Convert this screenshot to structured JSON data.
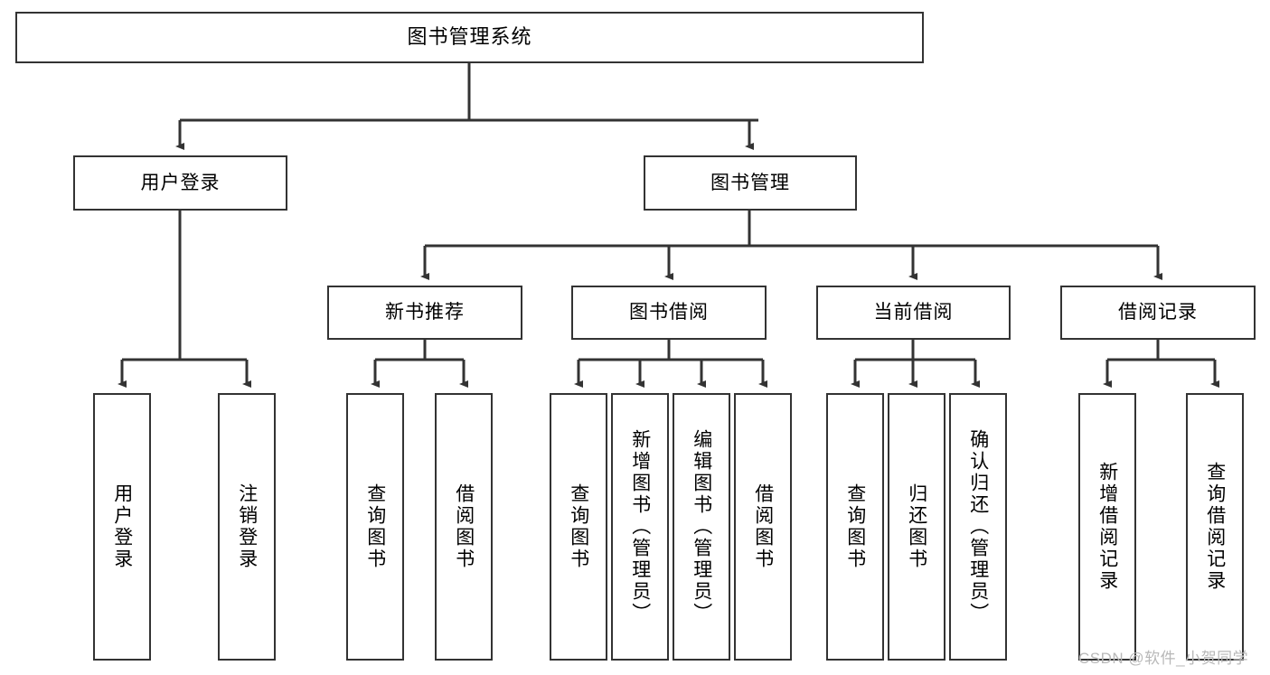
{
  "diagram": {
    "title": "图书管理系统",
    "type": "tree-diagram",
    "theme": {
      "background": "#ffffff",
      "box_border": "#333333",
      "box_fill": "#ffffff",
      "text": "#000000",
      "watermark": "#b8b8b8"
    },
    "levels": {
      "root": {
        "label": "图书管理系统"
      },
      "level2": [
        {
          "id": "user-login",
          "label": "用户登录"
        },
        {
          "id": "book-management",
          "label": "图书管理"
        }
      ],
      "level3": [
        {
          "id": "new-book-recommend",
          "label": "新书推荐"
        },
        {
          "id": "book-borrow",
          "label": "图书借阅"
        },
        {
          "id": "current-borrow",
          "label": "当前借阅"
        },
        {
          "id": "borrow-record",
          "label": "借阅记录"
        }
      ],
      "leaves": {
        "user_login": [
          {
            "id": "leaf-user-login",
            "label": "用户登录"
          },
          {
            "id": "leaf-logout-login",
            "label": "注销登录"
          }
        ],
        "new_book_recommend": [
          {
            "id": "leaf-query-book-1",
            "label": "查询图书"
          },
          {
            "id": "leaf-borrow-book-1",
            "label": "借阅图书"
          }
        ],
        "book_borrow": [
          {
            "id": "leaf-query-book-2",
            "label": "查询图书"
          },
          {
            "id": "leaf-add-book",
            "label": "新增图书（管理员）"
          },
          {
            "id": "leaf-edit-book",
            "label": "编辑图书（管理员）"
          },
          {
            "id": "leaf-borrow-book-2",
            "label": "借阅图书"
          }
        ],
        "current_borrow": [
          {
            "id": "leaf-query-book-3",
            "label": "查询图书"
          },
          {
            "id": "leaf-return-book",
            "label": "归还图书"
          },
          {
            "id": "leaf-confirm-return",
            "label": "确认归还（管理员）"
          }
        ],
        "borrow_record": [
          {
            "id": "leaf-add-record",
            "label": "新增借阅记录"
          },
          {
            "id": "leaf-query-record",
            "label": "查询借阅记录"
          }
        ]
      }
    },
    "watermark": "CSDN @软件_小贺同学"
  }
}
